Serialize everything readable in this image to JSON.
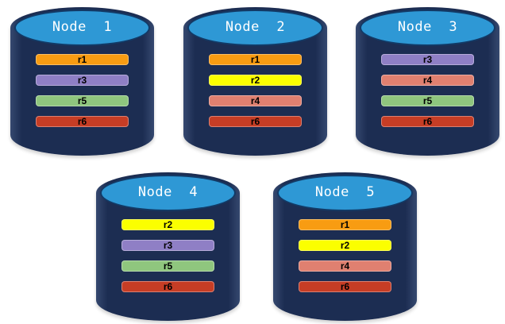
{
  "colors": {
    "cylinder_body": "#1C2D52",
    "cylinder_top": "#2E98D5",
    "title_text": "#FFFFFF",
    "bar_label_text": "#000000",
    "replica_colors": {
      "r1": "#F89C12",
      "r2": "#FBFF00",
      "r3": "#8F7FC5",
      "r4": "#E08070",
      "r5": "#8FC67E",
      "r6": "#C63D25"
    }
  },
  "nodes": [
    {
      "label": "Node  1",
      "replicas": [
        "r1",
        "r3",
        "r5",
        "r6"
      ]
    },
    {
      "label": "Node  2",
      "replicas": [
        "r1",
        "r2",
        "r4",
        "r6"
      ]
    },
    {
      "label": "Node  3",
      "replicas": [
        "r3",
        "r4",
        "r5",
        "r6"
      ]
    },
    {
      "label": "Node  4",
      "replicas": [
        "r2",
        "r3",
        "r5",
        "r6"
      ]
    },
    {
      "label": "Node  5",
      "replicas": [
        "r1",
        "r2",
        "r4",
        "r6"
      ]
    }
  ]
}
